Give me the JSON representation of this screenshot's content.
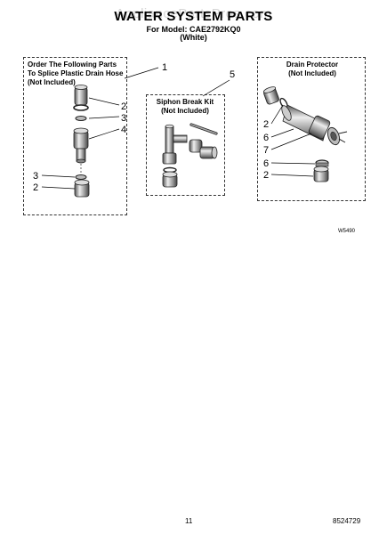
{
  "watermark": "AppliancePartsPros.com",
  "header": {
    "title": "WATER SYSTEM PARTS",
    "model_line": "For Model: CAE2792KQ0",
    "color_line": "(White)"
  },
  "panels": {
    "left": {
      "lines": [
        "Order The Following Parts",
        "To Splice Plastic Drain Hose",
        "(Not Included)"
      ]
    },
    "siphon": {
      "lines": [
        "Siphon Break Kit",
        "(Not Included)"
      ]
    },
    "drain": {
      "lines": [
        "Drain Protector",
        "(Not Included)"
      ]
    }
  },
  "callouts": {
    "c1": "1",
    "c2a": "2",
    "c3a": "3",
    "c4": "4",
    "c3b": "3",
    "c2b": "2",
    "c5": "5",
    "d2a": "2",
    "d6a": "6",
    "d7": "7",
    "d6b": "6",
    "d2b": "2"
  },
  "code": "W5490",
  "footer": {
    "page": "11",
    "doc": "8524729"
  }
}
